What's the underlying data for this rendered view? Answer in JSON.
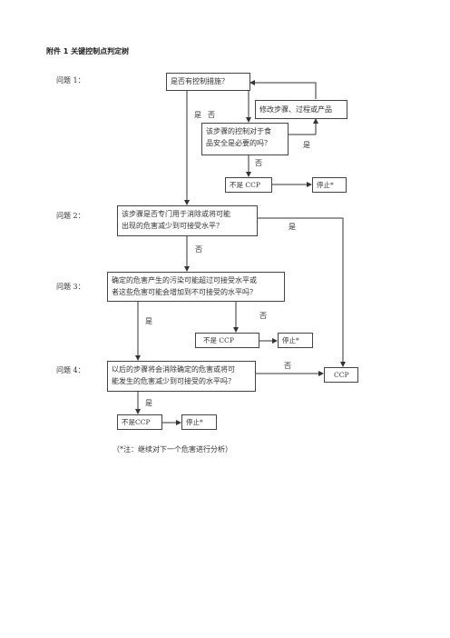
{
  "title": "附件 1   关键控制点判定树",
  "questions": {
    "q1": "问题 1：",
    "q2": "问题 2：",
    "q3": "问题 3：",
    "q4": "问题 4："
  },
  "boxes": {
    "q1_box": "是否有控制措施？",
    "modify": "修改步骤、过程或产品",
    "necessary_l1": "该步骤的控制对于食",
    "necessary_l2": "品安全是必要的吗？",
    "notccp1": "不是 CCP",
    "stop1": "停止*",
    "q2_l1": "该步骤是否专门用于消除或将可能",
    "q2_l2": "出现的危害减少到可接受水平？",
    "q3_l1": "确定的危害产生的污染可能超过可接受水平或",
    "q3_l2": "者这些危害可能会增加到不可接受的水平吗？",
    "notccp2": "不是  CCP",
    "stop2": "停止*",
    "q4_l1": "以后的步骤将会消除确定的危害或将可",
    "q4_l2": "能发生的危害减少到可接受的水平吗？",
    "ccp": "CCP",
    "notccp3": "不是CCP",
    "stop3": "停止*"
  },
  "labels": {
    "yes_q1": "是",
    "no_q1": "否",
    "yes_necessary": "是",
    "no_necessary": "否",
    "yes_q2": "是",
    "no_q2": "否",
    "yes_q3": "是",
    "no_q3": "否",
    "no_q4": "否",
    "yes_q4": "是"
  },
  "note": "（*注：继续对下一个危害进行分析）"
}
